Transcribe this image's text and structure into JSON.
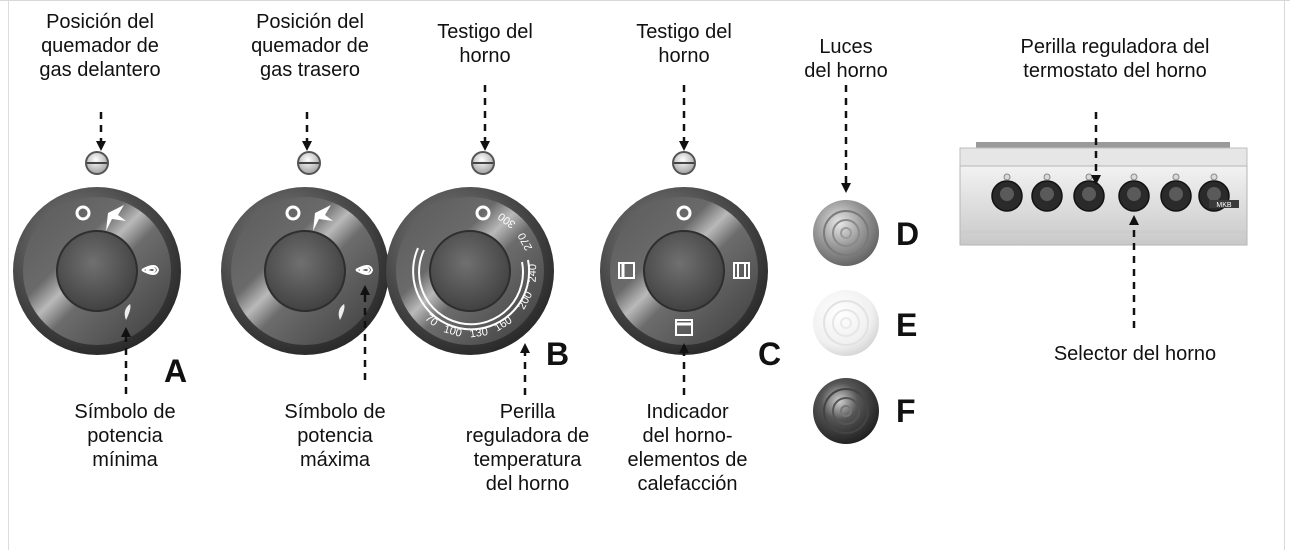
{
  "labels": {
    "front_burner": [
      "Posición del",
      "quemador de",
      "gas delantero"
    ],
    "rear_burner": [
      "Posición del",
      "quemador de",
      "gas trasero"
    ],
    "oven_indicator_b": [
      "Testigo del",
      "horno"
    ],
    "oven_indicator_c": [
      "Testigo del",
      "horno"
    ],
    "oven_lights": [
      "Luces",
      "del horno"
    ],
    "thermostat_knob": [
      "Perilla reguladora del",
      "termostato del horno"
    ],
    "min_power": [
      "Símbolo de",
      "potencia",
      "mínima"
    ],
    "max_power": [
      "Símbolo de",
      "potencia",
      "máxima"
    ],
    "temp_knob": [
      "Perilla",
      "reguladora de",
      "temperatura",
      "del horno"
    ],
    "heating_elements": [
      "Indicador",
      "del horno-",
      "elementos de",
      "calefacción"
    ],
    "oven_selector": [
      "Selector del horno"
    ]
  },
  "letters": {
    "A": "A",
    "B": "B",
    "C": "C",
    "D": "D",
    "E": "E",
    "F": "F"
  },
  "dial_b_scale": [
    "70",
    "100",
    "130",
    "160",
    "200",
    "240",
    "270",
    "300"
  ],
  "range_brand": "MKB",
  "colors": {
    "knob_dark": "#3a3a3a",
    "knob_mid": "#6e6e6e",
    "knob_light": "#c8c8c8",
    "arrow": "#111111"
  }
}
